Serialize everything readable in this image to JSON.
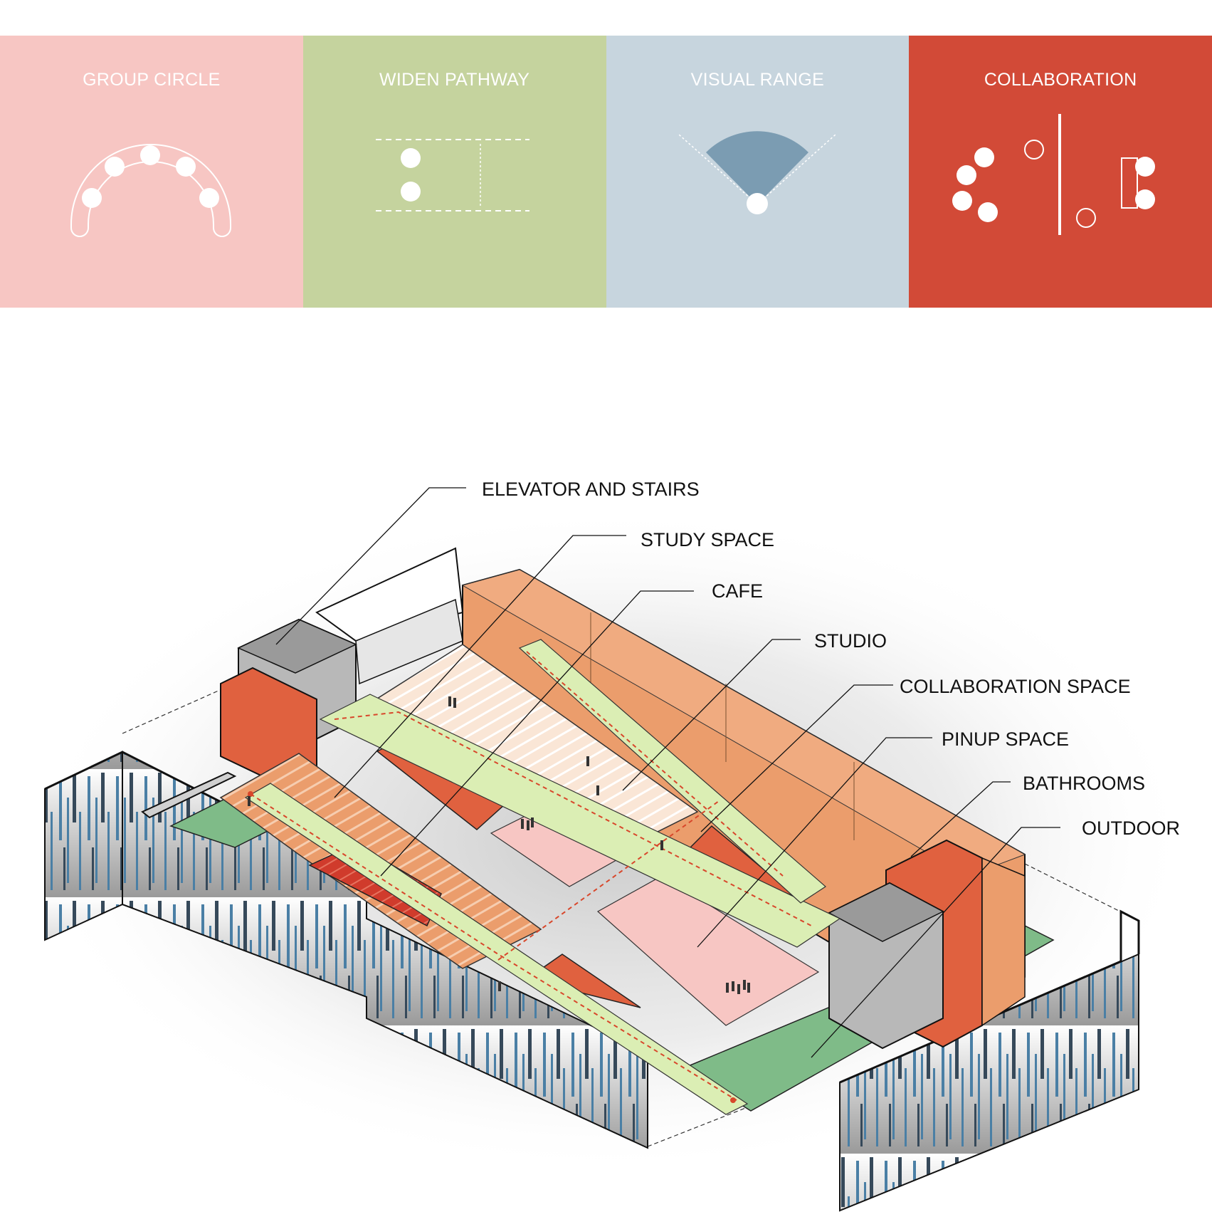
{
  "panels": [
    {
      "title": "GROUP CIRCLE",
      "color": "#f7c6c3",
      "icon": "group-circle-icon"
    },
    {
      "title": "WIDEN PATHWAY",
      "color": "#c5d39e",
      "icon": "widen-pathway-icon"
    },
    {
      "title": "VISUAL RANGE",
      "color": "#c7d5de",
      "icon": "visual-range-icon"
    },
    {
      "title": "COLLABORATION",
      "color": "#d24a37",
      "icon": "collaboration-icon"
    }
  ],
  "labels": {
    "elevator": "ELEVATOR AND STAIRS",
    "study": "STUDY SPACE",
    "cafe": "CAFE",
    "studio": "STUDIO",
    "collab": "COLLABORATION SPACE",
    "pinup": "PINUP SPACE",
    "bathrooms": "BATHROOMS",
    "outdoor": "OUTDOOR"
  },
  "colors": {
    "orange": "#eb9d6c",
    "red_orange": "#e0613f",
    "deep_red": "#d03b2c",
    "light_green": "#dbeeb4",
    "outdoor_green": "#7fbb88",
    "pink": "#f7c6c3",
    "cream": "#fae6d6",
    "grey": "#b8b8b8",
    "path_dash": "#d8472b",
    "facade_blue": "#4a7fa5"
  }
}
